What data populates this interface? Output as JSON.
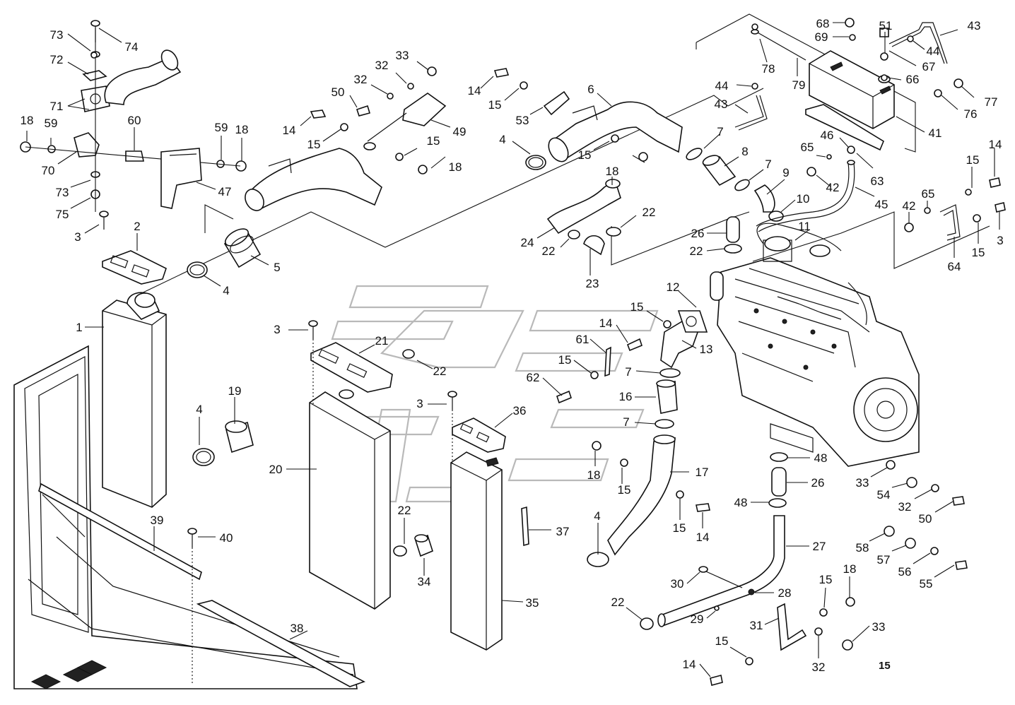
{
  "diagram": {
    "sheet_number": "15",
    "callouts": [
      {
        "label": "73"
      },
      {
        "label": "74"
      },
      {
        "label": "72"
      },
      {
        "label": "71"
      },
      {
        "label": "18"
      },
      {
        "label": "59"
      },
      {
        "label": "60"
      },
      {
        "label": "59"
      },
      {
        "label": "18"
      },
      {
        "label": "70"
      },
      {
        "label": "47"
      },
      {
        "label": "73"
      },
      {
        "label": "75"
      },
      {
        "label": "3"
      },
      {
        "label": "2"
      },
      {
        "label": "5"
      },
      {
        "label": "4"
      },
      {
        "label": "1"
      },
      {
        "label": "19"
      },
      {
        "label": "4"
      },
      {
        "label": "39"
      },
      {
        "label": "40"
      },
      {
        "label": "38"
      },
      {
        "label": "3"
      },
      {
        "label": "21"
      },
      {
        "label": "22"
      },
      {
        "label": "20"
      },
      {
        "label": "22"
      },
      {
        "label": "34"
      },
      {
        "label": "3"
      },
      {
        "label": "36"
      },
      {
        "label": "35"
      },
      {
        "label": "37"
      },
      {
        "label": "33"
      },
      {
        "label": "32"
      },
      {
        "label": "32"
      },
      {
        "label": "50"
      },
      {
        "label": "14"
      },
      {
        "label": "15"
      },
      {
        "label": "15"
      },
      {
        "label": "18"
      },
      {
        "label": "49"
      },
      {
        "label": "14"
      },
      {
        "label": "15"
      },
      {
        "label": "53"
      },
      {
        "label": "6"
      },
      {
        "label": "4"
      },
      {
        "label": "15"
      },
      {
        "label": "18"
      },
      {
        "label": "22"
      },
      {
        "label": "24"
      },
      {
        "label": "22"
      },
      {
        "label": "23"
      },
      {
        "label": "7"
      },
      {
        "label": "8"
      },
      {
        "label": "7"
      },
      {
        "label": "9"
      },
      {
        "label": "10"
      },
      {
        "label": "26"
      },
      {
        "label": "22"
      },
      {
        "label": "11"
      },
      {
        "label": "12"
      },
      {
        "label": "15"
      },
      {
        "label": "14"
      },
      {
        "label": "13"
      },
      {
        "label": "61"
      },
      {
        "label": "15"
      },
      {
        "label": "62"
      },
      {
        "label": "7"
      },
      {
        "label": "16"
      },
      {
        "label": "7"
      },
      {
        "label": "18"
      },
      {
        "label": "15"
      },
      {
        "label": "17"
      },
      {
        "label": "15"
      },
      {
        "label": "14"
      },
      {
        "label": "4"
      },
      {
        "label": "48"
      },
      {
        "label": "26"
      },
      {
        "label": "48"
      },
      {
        "label": "27"
      },
      {
        "label": "30"
      },
      {
        "label": "28"
      },
      {
        "label": "29"
      },
      {
        "label": "22"
      },
      {
        "label": "31"
      },
      {
        "label": "15"
      },
      {
        "label": "18"
      },
      {
        "label": "33"
      },
      {
        "label": "15"
      },
      {
        "label": "14"
      },
      {
        "label": "32"
      },
      {
        "label": "68"
      },
      {
        "label": "69"
      },
      {
        "label": "51"
      },
      {
        "label": "43"
      },
      {
        "label": "44"
      },
      {
        "label": "67"
      },
      {
        "label": "78"
      },
      {
        "label": "79"
      },
      {
        "label": "66"
      },
      {
        "label": "44"
      },
      {
        "label": "43"
      },
      {
        "label": "77"
      },
      {
        "label": "76"
      },
      {
        "label": "41"
      },
      {
        "label": "46"
      },
      {
        "label": "65"
      },
      {
        "label": "42"
      },
      {
        "label": "63"
      },
      {
        "label": "45"
      },
      {
        "label": "14"
      },
      {
        "label": "15"
      },
      {
        "label": "65"
      },
      {
        "label": "42"
      },
      {
        "label": "3"
      },
      {
        "label": "15"
      },
      {
        "label": "64"
      },
      {
        "label": "33"
      },
      {
        "label": "54"
      },
      {
        "label": "32"
      },
      {
        "label": "50"
      },
      {
        "label": "58"
      },
      {
        "label": "57"
      },
      {
        "label": "56"
      },
      {
        "label": "55"
      }
    ]
  }
}
